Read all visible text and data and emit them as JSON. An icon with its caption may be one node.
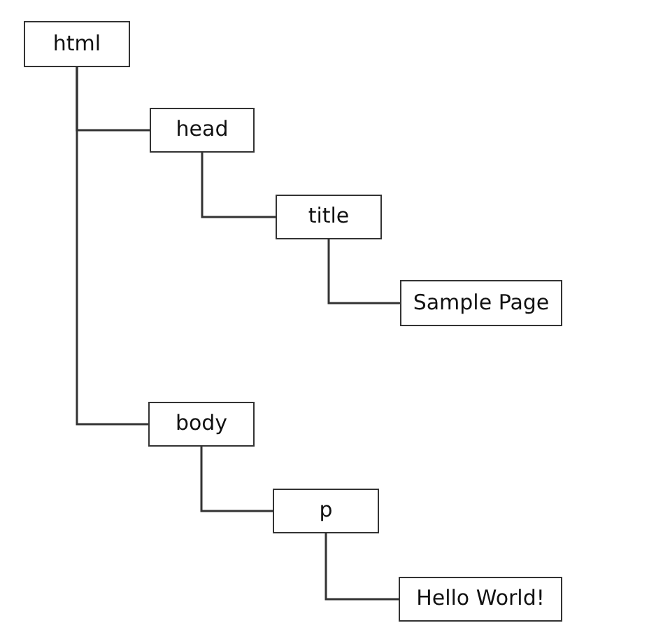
{
  "diagram": {
    "nodes": [
      {
        "text": [
          "html"
        ]
      },
      {
        "text": [
          "head"
        ]
      },
      {
        "text": [
          "title"
        ]
      },
      {
        "text": [
          "Sample Page"
        ]
      },
      {
        "text": [
          "body"
        ]
      },
      {
        "text": [
          "p"
        ]
      },
      {
        "text": [
          "Hello World!"
        ]
      }
    ],
    "edges": [
      {
        "from": 0,
        "to": 1,
        "arrow": "none"
      },
      {
        "from": 1,
        "to": 2,
        "arrow": "none"
      },
      {
        "from": 2,
        "to": 3,
        "arrow": "none"
      },
      {
        "from": 0,
        "to": 4,
        "arrow": "none"
      },
      {
        "from": 4,
        "to": 5,
        "arrow": "none"
      },
      {
        "from": 5,
        "to": 6,
        "arrow": "none"
      }
    ]
  }
}
